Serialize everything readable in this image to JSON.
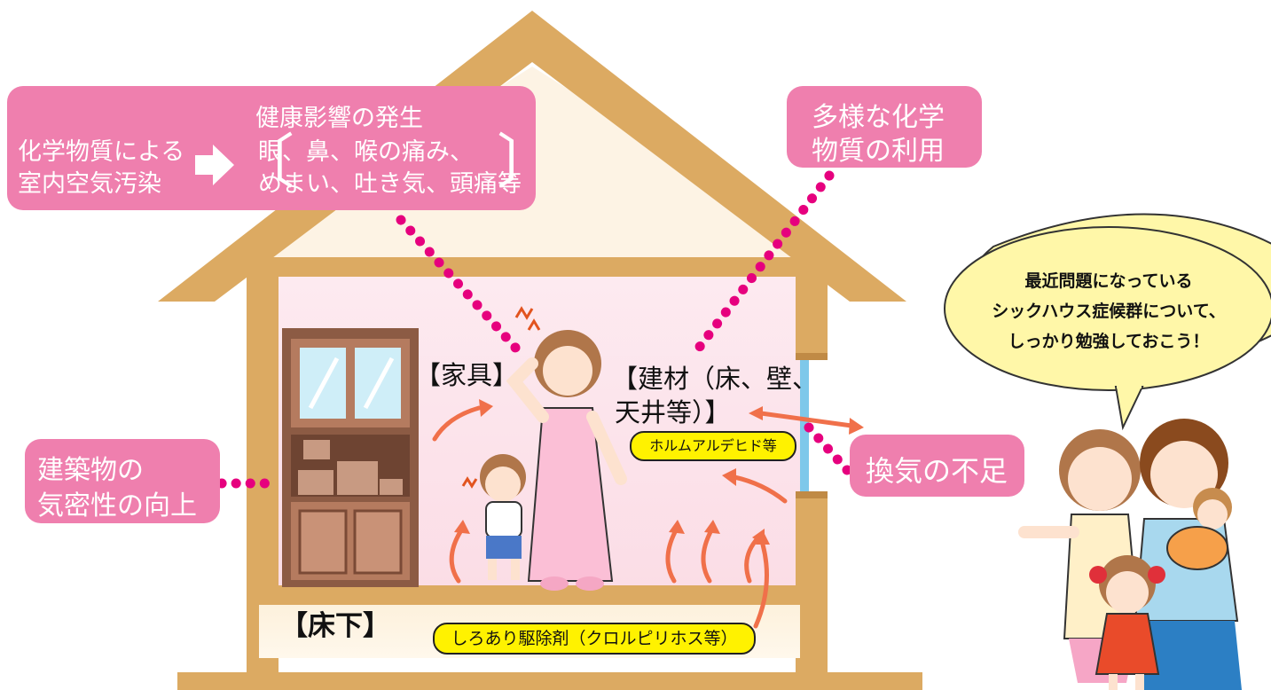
{
  "callouts": {
    "health": {
      "cause_line1": "化学物質による",
      "cause_line2": "室内空気汚染",
      "effect_title": "健康影響の発生",
      "effect_line1": "眼、鼻、喉の痛み、",
      "effect_line2": "めまい、吐き気、頭痛等"
    },
    "chemicals": {
      "line1": "多様な化学",
      "line2": "物質の利用"
    },
    "airtight": {
      "line1": "建築物の",
      "line2": "気密性の向上"
    },
    "ventilation": {
      "text": "換気の不足"
    }
  },
  "labels": {
    "furniture": "【家具】",
    "materials_line1": "【建材（床、壁、",
    "materials_line2": "天井等）】",
    "underfloor": "【床下】"
  },
  "tags": {
    "formaldehyde": "ホルムアルデヒド等",
    "termiticide": "しろあり駆除剤（クロルピリホス等）"
  },
  "speech": {
    "line1": "最近問題になっている",
    "line2": "シックハウス症候群について、",
    "line3": "しっかり勉強しておこう！"
  },
  "colors": {
    "callout_pink": "#ef7fae",
    "dotted_line": "#e6007e",
    "house_wood": "#dcaa62",
    "interior": "#fde3ea",
    "arrow": "#f0704a",
    "tag_yellow": "#fff200",
    "speech_yellow": "#fff7a8"
  }
}
